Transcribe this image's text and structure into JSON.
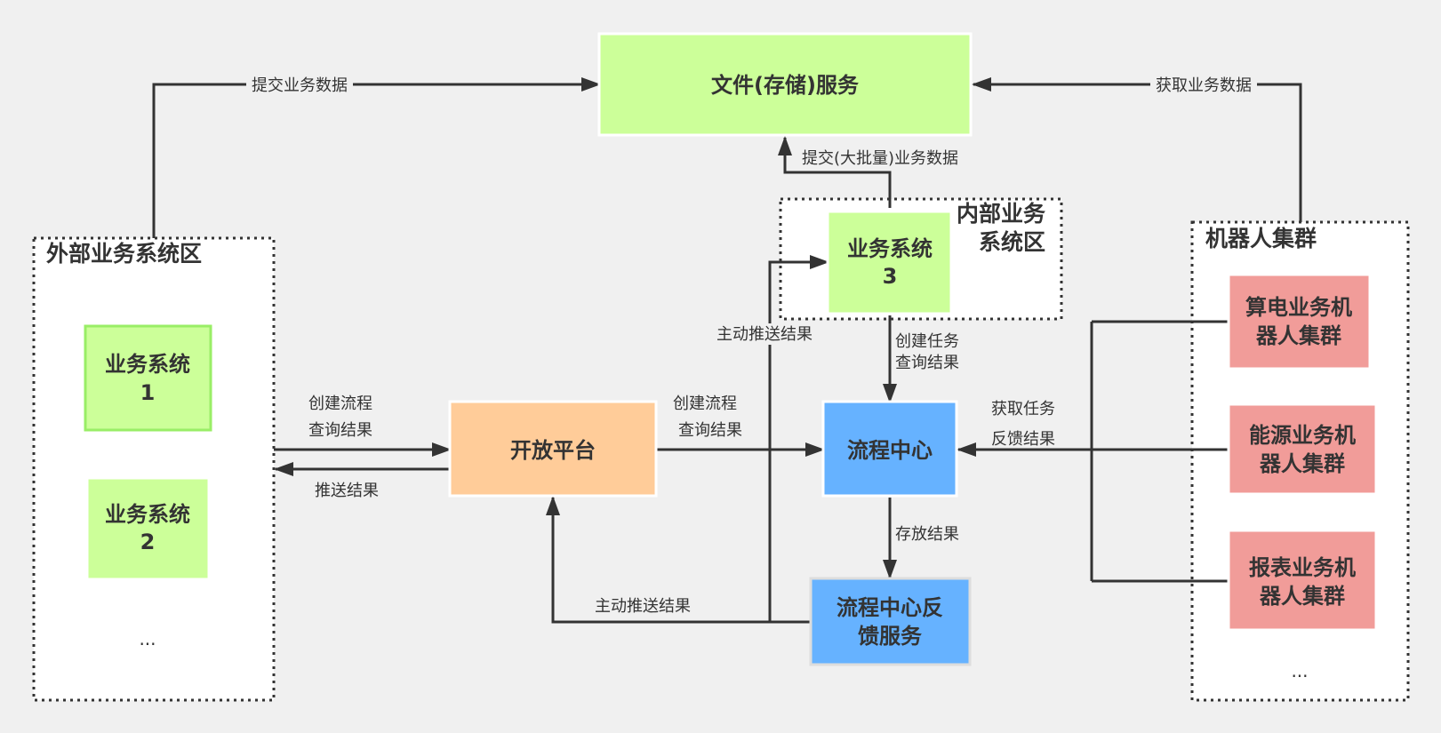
{
  "zones": {
    "external": {
      "title": "外部业务系统区",
      "more": "..."
    },
    "internal": {
      "title_line1": "内部业务",
      "title_line2": "系统区"
    },
    "robots": {
      "title": "机器人集群",
      "more": "..."
    }
  },
  "nodes": {
    "file_service": {
      "label": "文件(存储)服务",
      "color": "#ccff99"
    },
    "biz_system_1": {
      "line1": "业务系统",
      "line2": "1",
      "color": "#ccff99"
    },
    "biz_system_2": {
      "line1": "业务系统",
      "line2": "2",
      "color": "#ccff99"
    },
    "biz_system_3": {
      "line1": "业务系统",
      "line2": "3",
      "color": "#ccff99"
    },
    "open_platform": {
      "label": "开放平台",
      "color": "#ffcc99"
    },
    "process_center": {
      "label": "流程中心",
      "color": "#66b2ff"
    },
    "feedback_service": {
      "line1": "流程中心反",
      "line2": "馈服务",
      "color": "#66b2ff"
    },
    "robot_power": {
      "line1": "算电业务机",
      "line2": "器人集群",
      "color": "#f19c99"
    },
    "robot_energy": {
      "line1": "能源业务机",
      "line2": "器人集群",
      "color": "#f19c99"
    },
    "robot_report": {
      "line1": "报表业务机",
      "line2": "器人集群",
      "color": "#f19c99"
    }
  },
  "edges": {
    "submit_data": "提交业务数据",
    "fetch_data": "获取业务数据",
    "submit_bulk": "提交(大批量)业务数据",
    "ext_create": "创建流程",
    "ext_query": "查询结果",
    "push_result": "推送结果",
    "op_create": "创建流程",
    "op_query": "查询结果",
    "push_to_sys3": "主动推送结果",
    "push_to_op": "主动推送结果",
    "create_task": "创建任务",
    "task_query": "查询结果",
    "fetch_task": "获取任务",
    "feedback": "反馈结果",
    "store_result": "存放结果"
  }
}
